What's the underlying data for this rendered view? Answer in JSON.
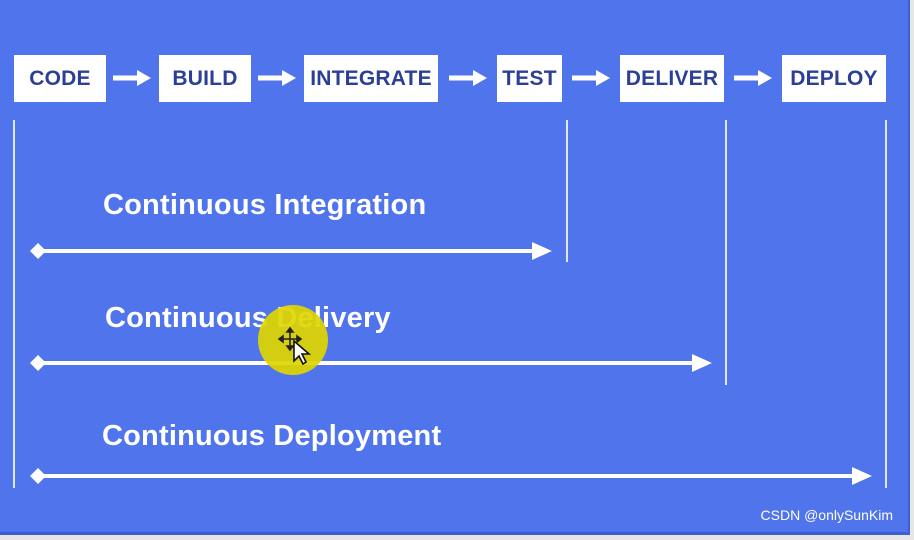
{
  "stages": [
    {
      "key": "code",
      "label": "CODE"
    },
    {
      "key": "build",
      "label": "BUILD"
    },
    {
      "key": "integrate",
      "label": "INTEGRATE"
    },
    {
      "key": "test",
      "label": "TEST"
    },
    {
      "key": "deliver",
      "label": "DELIVER"
    },
    {
      "key": "deploy",
      "label": "DEPLOY"
    }
  ],
  "phases": [
    {
      "key": "integration",
      "label": "Continuous Integration",
      "ends_after": "TEST"
    },
    {
      "key": "delivery",
      "label": "Continuous Delivery",
      "ends_after": "DELIVER"
    },
    {
      "key": "deployment",
      "label": "Continuous Deployment",
      "ends_after": "DEPLOY"
    }
  ],
  "watermark": "CSDN @onlySunKim",
  "colors": {
    "background": "#4f74ec",
    "box_fill": "#ffffff",
    "box_text": "#2c3f96",
    "arrow": "#ffffff",
    "cursor_highlight": "#e0d600"
  },
  "icons": {
    "flow": "right-arrow-icon",
    "span": "double-headed-arrow-icon",
    "cursor": "mouse-cursor-icon"
  }
}
